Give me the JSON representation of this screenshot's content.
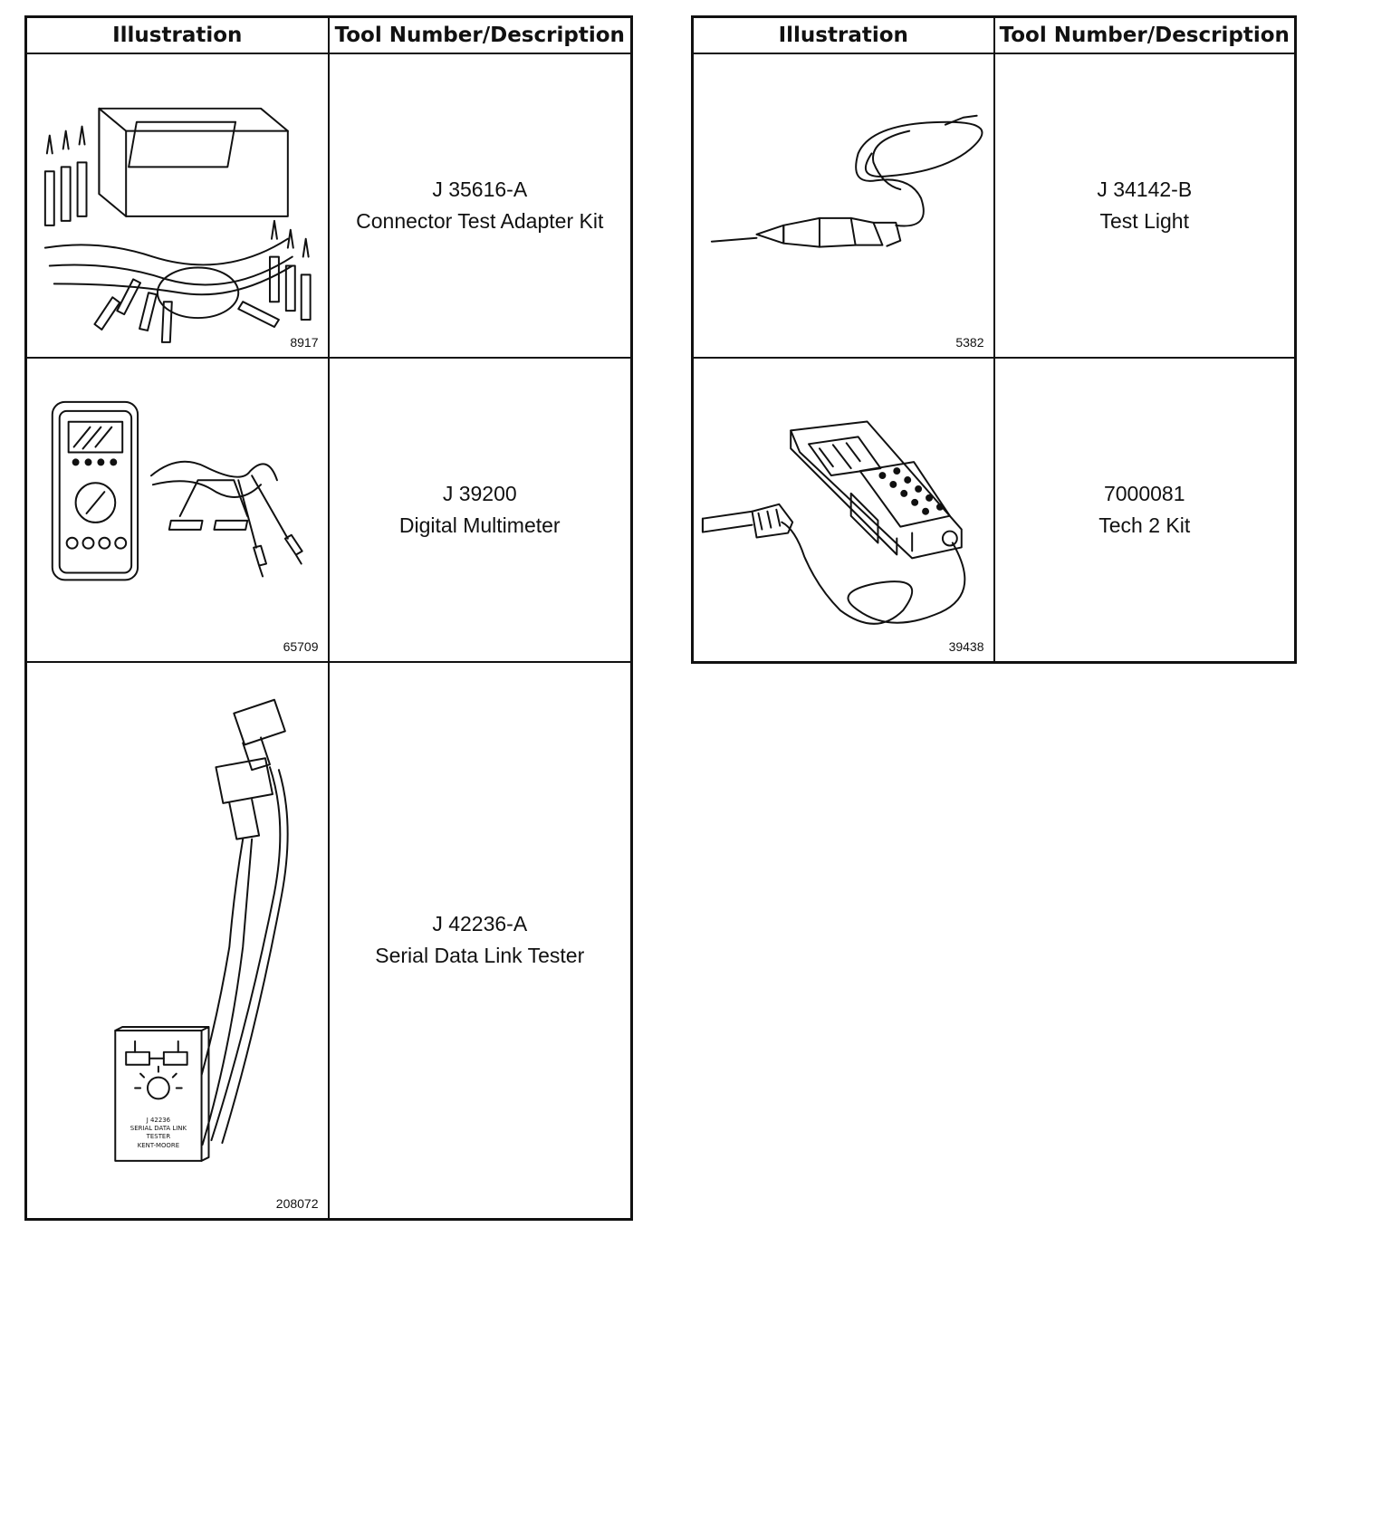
{
  "headers": {
    "illustration": "Illustration",
    "tool": "Tool Number/Description"
  },
  "left_table": {
    "rows": [
      {
        "figure_id": "8917",
        "tool_number": "J 35616-A",
        "description": "Connector Test Adapter Kit",
        "illustration": "connector-test-adapter-kit"
      },
      {
        "figure_id": "65709",
        "tool_number": "J 39200",
        "description": "Digital Multimeter",
        "illustration": "digital-multimeter"
      },
      {
        "figure_id": "208072",
        "tool_number": "J 42236-A",
        "description": "Serial Data Link Tester",
        "illustration": "serial-data-link-tester"
      }
    ]
  },
  "right_table": {
    "rows": [
      {
        "figure_id": "5382",
        "tool_number": "J 34142-B",
        "description": "Test Light",
        "illustration": "test-light"
      },
      {
        "figure_id": "39438",
        "tool_number": "7000081",
        "description": "Tech 2 Kit",
        "illustration": "tech-2-kit"
      }
    ]
  }
}
